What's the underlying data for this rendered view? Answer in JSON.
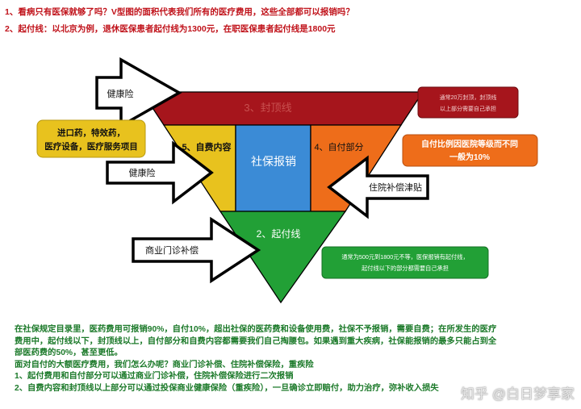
{
  "header": {
    "line1": "1、看病只有医保就够了吗？V型图的面积代表我们所有的医疗费用，这些全部都可以报销吗？",
    "line2": "2、起付线：以北京为例，退休医保患者起付线为1300元，在职医保患者起付线是1800元"
  },
  "sections": {
    "cap": "3、封顶线",
    "self_items": "5、自费内容",
    "social_insurance": "社保报销",
    "copay": "4、自付部分",
    "deductible": "2、起付线"
  },
  "arrows": {
    "health_top": "健康险",
    "health_mid": "健康险",
    "hospital_allowance": "住院补偿津贴",
    "outpatient": "商业门诊补偿"
  },
  "callouts": {
    "self_items_examples": [
      "进口药，特效药，",
      "医疗设备，医疗服务项目"
    ],
    "cap_note": [
      "通常20万封顶，封顶线",
      "以上部分需要自己承担"
    ],
    "copay_note": [
      "自付比例因医院等级而不同",
      "一般为10%"
    ],
    "deductible_note": [
      "通常为500元到1800元不等，医保报销有起付线，",
      "起付线以下的部分都需要自己承担"
    ]
  },
  "footer": {
    "p1": "在社保规定目录里，医药费用可报销90%，自付10%，超出社保的医药费和设备使用费，社保不予报销，需要自费；在所发生的医疗费用中，起付线以下，封顶线以上，自付部分和自费内容都需要我们自己掏腰包。如果遇到重大疾病，社保能报销的最多只能占到全部医药费的50%，甚至更低。",
    "p2": "面对自付的大额医疗费用，我们怎么办呢？商业门诊补偿、住院补偿保险，重疾险",
    "p3": "1、起付费用和自付部分可以通过商业门诊补偿，住院补偿保险进行二次报销",
    "p4": "2、自费内容和封顶线以上部分可以通过投保商业健康保险（重疾险），一旦确诊立即赔付，助力治疗，弥补收入损失"
  },
  "watermark": "知乎 @白日梦享家",
  "colors": {
    "cap": "#a6151c",
    "self_items": "#e8c21e",
    "social_insurance": "#3b8bd6",
    "copay": "#ee6d1a",
    "deductible": "#22a036",
    "header_text": "#c0121a",
    "footer_text": "#1c7a2a"
  }
}
